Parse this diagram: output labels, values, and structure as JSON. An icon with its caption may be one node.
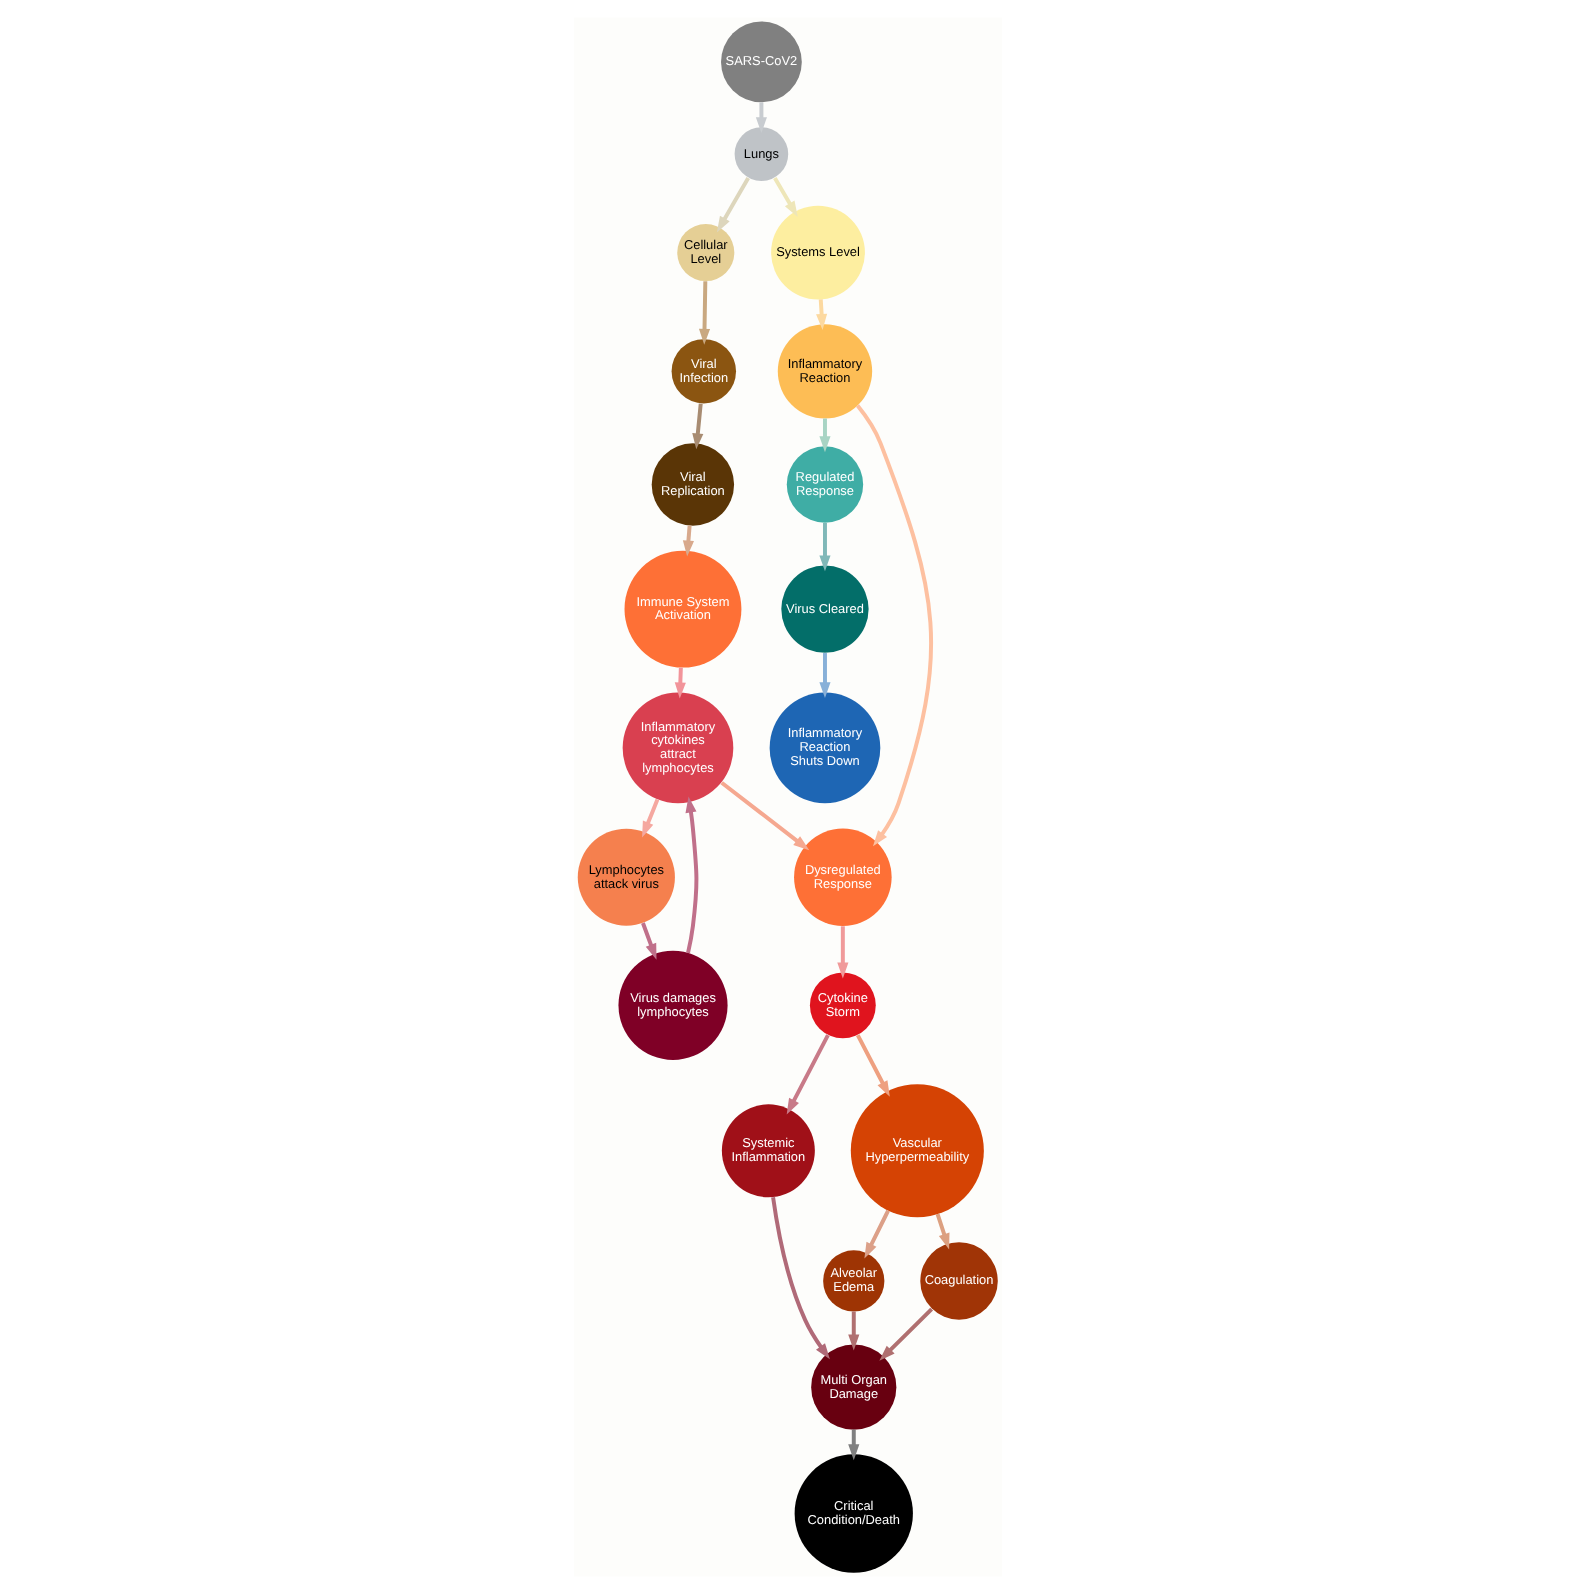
{
  "diagram": {
    "nodes": [
      {
        "text": [
          "SARS-CoV2"
        ]
      },
      {
        "text": [
          "Lungs"
        ]
      },
      {
        "text": [
          "Cellular Level"
        ]
      },
      {
        "text": [
          "Systems Level"
        ]
      },
      {
        "text": [
          "Viral Infection"
        ]
      },
      {
        "text": [
          "Viral Replication"
        ]
      },
      {
        "text": [
          "Immune System Activation"
        ]
      },
      {
        "text": [
          "Lymphocytes attack virus"
        ]
      },
      {
        "text": [
          "Inflammatory cytokines attract lymphocytes"
        ]
      },
      {
        "text": [
          "Virus damages lymphocytes"
        ]
      },
      {
        "text": [
          "Inflammatory Reaction"
        ]
      },
      {
        "text": [
          "Regulated Response"
        ]
      },
      {
        "text": [
          "Dysregulated Response"
        ]
      },
      {
        "text": [
          "Systemic Inflammation"
        ]
      },
      {
        "text": [
          "Cytokine Storm"
        ]
      },
      {
        "text": [
          "Virus Cleared"
        ]
      },
      {
        "text": [
          "Multi Organ Damage"
        ]
      },
      {
        "text": [
          "Alveolar Edema"
        ]
      },
      {
        "text": [
          "Vascular Hyperpermeability"
        ]
      },
      {
        "text": [
          "Inflammatory Reaction Shuts Down"
        ]
      },
      {
        "text": [
          "Coagulation"
        ]
      },
      {
        "text": [
          "Critical Condition/Death"
        ]
      }
    ],
    "edges": [
      {
        "from": 0,
        "to": 1,
        "arrow": "to",
        "color": "#c8ccd0"
      },
      {
        "from": 1,
        "to": 2,
        "arrow": "to",
        "color": "#ddd6bc"
      },
      {
        "from": 1,
        "to": 3,
        "arrow": "to",
        "color": "#eee6b8"
      },
      {
        "from": 2,
        "to": 4,
        "arrow": "to",
        "color": "#c9a880"
      },
      {
        "from": 4,
        "to": 5,
        "arrow": "to",
        "color": "#a88c72"
      },
      {
        "from": 5,
        "to": 6,
        "arrow": "to",
        "color": "#d8a98c"
      },
      {
        "from": 6,
        "to": 8,
        "arrow": "to",
        "color": "#f2949a"
      },
      {
        "from": 8,
        "to": 7,
        "arrow": "to",
        "color": "#f5a8a0"
      },
      {
        "from": 7,
        "to": 9,
        "arrow": "to",
        "color": "#c0708a"
      },
      {
        "from": 9,
        "to": 8,
        "arrow": "to",
        "color": "#c0708a"
      },
      {
        "from": 8,
        "to": 12,
        "arrow": "to",
        "color": "#f5a890"
      },
      {
        "from": 3,
        "to": 10,
        "arrow": "to",
        "color": "#fcd9a0"
      },
      {
        "from": 10,
        "to": 11,
        "arrow": "to",
        "color": "#a8d4c4"
      },
      {
        "from": 10,
        "to": 12,
        "arrow": "to",
        "color": "#fdc0a0"
      },
      {
        "from": 12,
        "to": 14,
        "arrow": "to",
        "color": "#f09a9a"
      },
      {
        "from": 14,
        "to": 13,
        "arrow": "to",
        "color": "#c87a88"
      },
      {
        "from": 13,
        "to": 16,
        "arrow": "to",
        "color": "#b06a78"
      },
      {
        "from": 14,
        "to": 18,
        "arrow": "to",
        "color": "#eea080"
      },
      {
        "from": 18,
        "to": 17,
        "arrow": "to",
        "color": "#dca088"
      },
      {
        "from": 17,
        "to": 16,
        "arrow": "to",
        "color": "#b07070"
      },
      {
        "from": 18,
        "to": 20,
        "arrow": "to",
        "color": "#dca080"
      },
      {
        "from": 20,
        "to": 16,
        "arrow": "to",
        "color": "#b07070"
      },
      {
        "from": 11,
        "to": 15,
        "arrow": "to",
        "color": "#80b8b8"
      },
      {
        "from": 15,
        "to": 19,
        "arrow": "to",
        "color": "#88b0d8"
      },
      {
        "from": 16,
        "to": 21,
        "arrow": "to",
        "color": "#808080"
      }
    ]
  }
}
